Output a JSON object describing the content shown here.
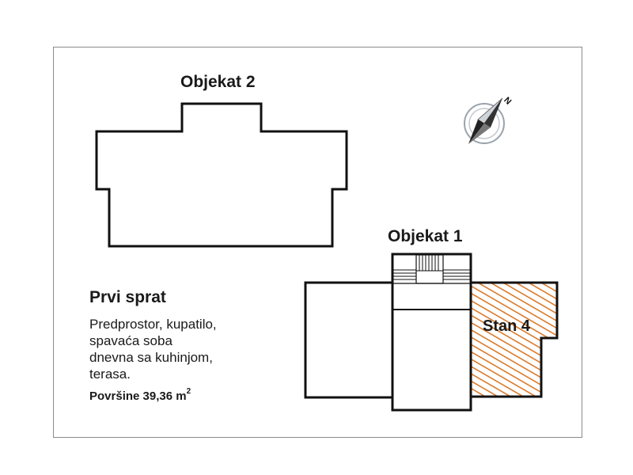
{
  "diagram": {
    "building2_label": "Objekat 2",
    "building1_label": "Objekat 1",
    "unit_label": "Stan 4",
    "floor_title": "Prvi sprat",
    "rooms": [
      "Predprostor, kupatilo,",
      "spavaća soba",
      "dnevna sa kuhinjom,",
      "terasa."
    ],
    "area_label": "Površine 39,36 m",
    "area_unit_exp": "2",
    "compass_letter": "N",
    "colors": {
      "outline": "#111111",
      "frame": "#8a8a8a",
      "unit_hatch": "#d97a2a",
      "compass": "#9aa3ad"
    }
  }
}
